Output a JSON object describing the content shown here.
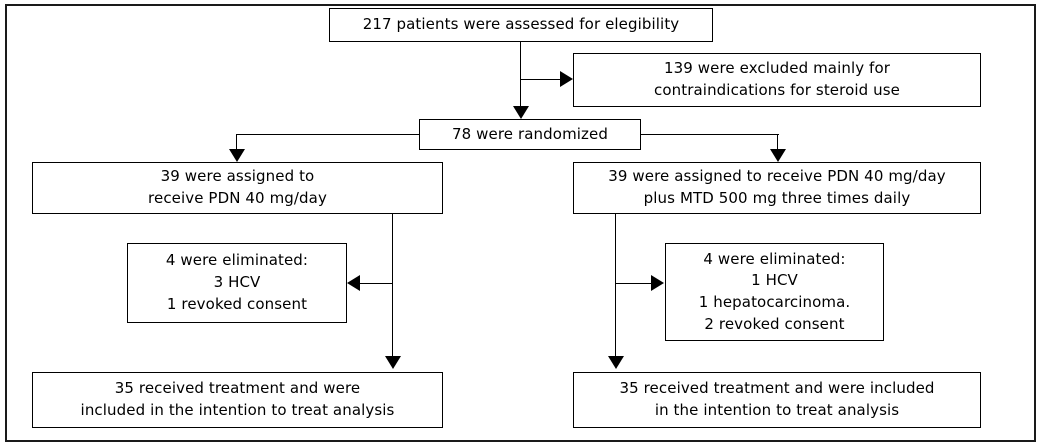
{
  "diagram": {
    "title": "CONSORT patient flow diagram",
    "colors": {
      "line": "#000000",
      "box_border": "#000000",
      "background": "#ffffff",
      "frame": "#1a1a1a"
    },
    "nodes": {
      "assessed": {
        "lines": [
          "217 patients were assessed for elegibility"
        ]
      },
      "excluded": {
        "lines": [
          "139 were excluded mainly for",
          "contraindications for steroid use"
        ]
      },
      "randomized": {
        "lines": [
          "78 were randomized"
        ]
      },
      "assign_left": {
        "lines": [
          "39 were assigned to",
          "receive PDN 40 mg/day"
        ]
      },
      "assign_right": {
        "lines": [
          "39 were assigned to receive PDN 40 mg/day",
          "plus MTD 500 mg three times daily"
        ]
      },
      "eliminated_left": {
        "lines": [
          "4 were eliminated:",
          "3 HCV",
          "1 revoked consent"
        ]
      },
      "eliminated_right": {
        "lines": [
          "4 were eliminated:",
          "1 HCV",
          "1 hepatocarcinoma.",
          "2 revoked consent"
        ]
      },
      "final_left": {
        "lines": [
          "35 received treatment and were",
          "included in the intention to treat analysis"
        ]
      },
      "final_right": {
        "lines": [
          "35 received treatment and were included",
          "in the intention to treat analysis"
        ]
      }
    },
    "connectors": [
      {
        "name": "assessed-to-randomized",
        "type": "vertical-arrow-down"
      },
      {
        "name": "assessed-to-excluded",
        "type": "horizontal-arrow-right"
      },
      {
        "name": "randomized-to-assign-left",
        "type": "elbow-arrow-down-left"
      },
      {
        "name": "randomized-to-assign-right",
        "type": "elbow-arrow-down-right"
      },
      {
        "name": "assign-left-to-final-left",
        "type": "vertical-arrow-down"
      },
      {
        "name": "assign-left-to-eliminated-left",
        "type": "horizontal-arrow-left"
      },
      {
        "name": "assign-right-to-final-right",
        "type": "vertical-arrow-down"
      },
      {
        "name": "assign-right-to-eliminated-right",
        "type": "horizontal-arrow-right"
      }
    ]
  },
  "chart_data": {
    "type": "diagram",
    "title": "Patient flow (CONSORT)",
    "stages": [
      {
        "id": "assessed",
        "label": "217 patients were assessed for elegibility",
        "value": 217
      },
      {
        "id": "excluded",
        "label": "139 were excluded mainly for contraindications for steroid use",
        "value": 139
      },
      {
        "id": "randomized",
        "label": "78 were randomized",
        "value": 78
      },
      {
        "id": "assign_left",
        "label": "39 were assigned to receive PDN 40 mg/day",
        "value": 39
      },
      {
        "id": "assign_right",
        "label": "39 were assigned to receive PDN 40 mg/day plus MTD 500 mg three times daily",
        "value": 39
      },
      {
        "id": "eliminated_left",
        "label": "4 were eliminated: 3 HCV, 1 revoked consent",
        "value": 4
      },
      {
        "id": "eliminated_right",
        "label": "4 were eliminated: 1 HCV, 1 hepatocarcinoma., 2 revoked consent",
        "value": 4
      },
      {
        "id": "final_left",
        "label": "35 received treatment and were included in the intention to treat analysis",
        "value": 35
      },
      {
        "id": "final_right",
        "label": "35 received treatment and were included in the intention to treat analysis",
        "value": 35
      }
    ]
  }
}
